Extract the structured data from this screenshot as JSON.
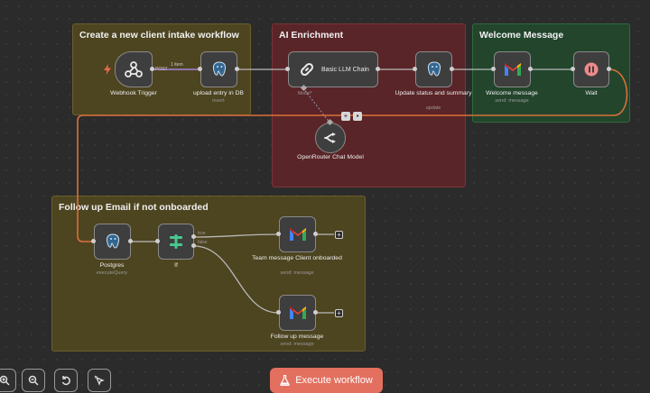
{
  "groups": {
    "intake": "Create a new client intake workflow",
    "ai": "AI Enrichment",
    "welcome": "Welcome Message",
    "follow": "Follow up Email if not onboarded"
  },
  "nodes": {
    "webhook": {
      "label": "Webhook Trigger"
    },
    "upload": {
      "label": "upload entry in DB",
      "sub": "insert"
    },
    "llm": {
      "label": "Basic LLM Chain"
    },
    "update": {
      "label": "Update status and summary",
      "sub": "update"
    },
    "welcome": {
      "label": "Welcome message",
      "sub": "send: message"
    },
    "wait": {
      "label": "Wait"
    },
    "openrouter": {
      "label": "OpenRouter Chat Model"
    },
    "postgres": {
      "label": "Postgres",
      "sub": "executeQuery"
    },
    "if": {
      "label": "If"
    },
    "team": {
      "label": "Team message Client onboarded",
      "sub": "send: message"
    },
    "followup": {
      "label": "Follow up message",
      "sub": "send: message"
    }
  },
  "edges": {
    "webhook_port": "POST",
    "items": "1 item",
    "model_port": "Model*",
    "true": "true",
    "false": "false"
  },
  "toolbar": {
    "execute_label": "Execute workflow",
    "zoom_in_icon": "zoom-in-icon",
    "zoom_out_icon": "zoom-out-icon",
    "reset_icon": "undo-icon",
    "tidy_icon": "cursor-sparkle-icon"
  },
  "colors": {
    "canvas": "#2b2b2b",
    "intake_group": "#4d4420",
    "ai_group": "#5a2528",
    "welcome_group": "#22452c",
    "execute_button": "#e3705f",
    "wire_error": "#d9703a"
  }
}
